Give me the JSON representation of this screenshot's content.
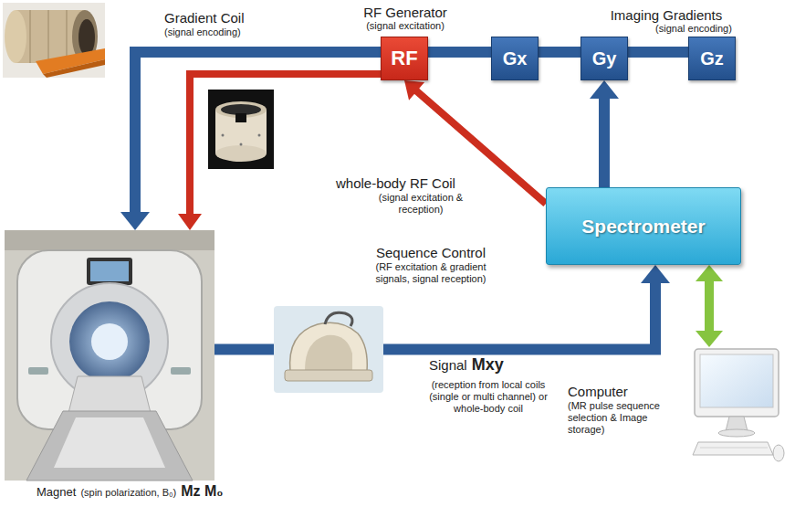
{
  "diagram": {
    "nodes": [
      {
        "text": [
          "Gradient Coil",
          "(signal encoding)"
        ]
      },
      {
        "text": [
          "RF Generator",
          "(signal excitation)",
          "RF"
        ]
      },
      {
        "text": [
          "Gx"
        ]
      },
      {
        "text": [
          "Gy"
        ]
      },
      {
        "text": [
          "Gz"
        ]
      },
      {
        "text": [
          "whole-body RF Coil",
          "(signal excitation & reception)"
        ]
      },
      {
        "text": [
          "Spectrometer"
        ]
      },
      {
        "text": [
          "Magnet",
          "(spin polarization, B₀)",
          "Mz M₀"
        ]
      },
      {
        "text": [
          "Signal",
          "Mxy",
          "(reception from local coils (single or multi channel) or whole-body coil"
        ]
      },
      {
        "text": [
          "Computer",
          "(MR pulse sequence selection & Image storage)"
        ]
      }
    ],
    "edges": [
      {
        "from": 2,
        "to": 7,
        "arrow": "to"
      },
      {
        "from": 2,
        "to": 3,
        "arrow": "none"
      },
      {
        "from": 3,
        "to": 4,
        "arrow": "none"
      },
      {
        "from": 1,
        "to": 7,
        "arrow": "to"
      },
      {
        "from": 6,
        "to": 1,
        "arrow": "to"
      },
      {
        "from": 6,
        "to": 3,
        "arrow": "to"
      },
      {
        "from": 7,
        "to": 8,
        "arrow": "none"
      },
      {
        "from": 8,
        "to": 6,
        "arrow": "to"
      },
      {
        "from": 6,
        "to": 9,
        "arrow": "both"
      }
    ],
    "labels": [
      "Imaging Gradients",
      "(signal encoding)",
      "Sequence Control",
      "(RF excitation & gradient signals, signal reception)"
    ]
  }
}
